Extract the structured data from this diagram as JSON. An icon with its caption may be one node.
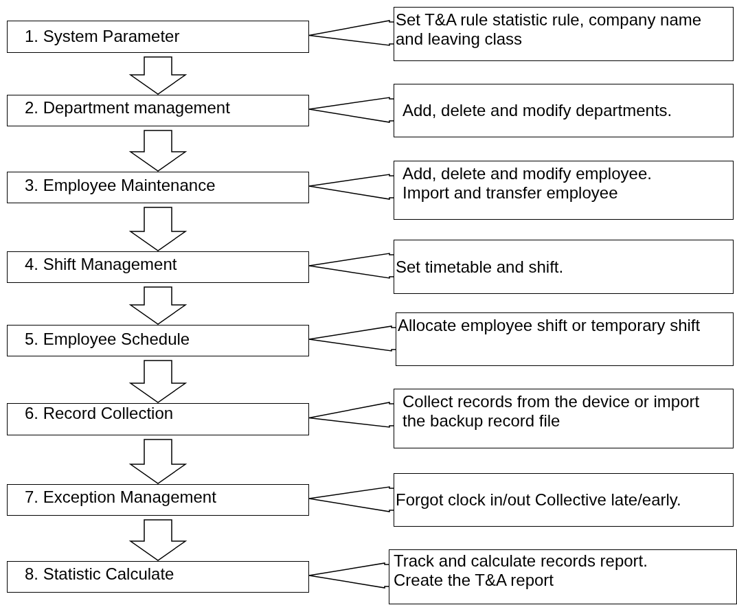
{
  "diagram": {
    "nodes": [
      {
        "text": [
          "1. System Parameter"
        ]
      },
      {
        "text": [
          "Set T&A rule statistic rule, company name and leaving class"
        ]
      },
      {
        "text": [
          "2. Department management"
        ]
      },
      {
        "text": [
          "Add, delete and modify departments."
        ]
      },
      {
        "text": [
          "3. Employee Maintenance"
        ]
      },
      {
        "text": [
          "Add, delete and modify employee. Import and transfer employee"
        ]
      },
      {
        "text": [
          "4. Shift Management"
        ]
      },
      {
        "text": [
          "Set timetable and shift."
        ]
      },
      {
        "text": [
          "5. Employee Schedule"
        ]
      },
      {
        "text": [
          "Allocate employee shift or temporary shift"
        ]
      },
      {
        "text": [
          "6. Record Collection"
        ]
      },
      {
        "text": [
          "Collect records from the device or import the backup record file"
        ]
      },
      {
        "text": [
          "7. Exception Management"
        ]
      },
      {
        "text": [
          "Forgot clock in/out Collective late/early."
        ]
      },
      {
        "text": [
          "8. Statistic Calculate"
        ]
      },
      {
        "text": [
          "Track and calculate records report. Create the T&A report"
        ]
      }
    ],
    "edges": [
      {
        "from": 1,
        "to": 0,
        "arrow": "to"
      },
      {
        "from": 0,
        "to": 2,
        "arrow": "to"
      },
      {
        "from": 3,
        "to": 2,
        "arrow": "to"
      },
      {
        "from": 2,
        "to": 4,
        "arrow": "to"
      },
      {
        "from": 5,
        "to": 4,
        "arrow": "to"
      },
      {
        "from": 4,
        "to": 6,
        "arrow": "to"
      },
      {
        "from": 7,
        "to": 6,
        "arrow": "to"
      },
      {
        "from": 6,
        "to": 8,
        "arrow": "to"
      },
      {
        "from": 9,
        "to": 8,
        "arrow": "to"
      },
      {
        "from": 8,
        "to": 10,
        "arrow": "to"
      },
      {
        "from": 11,
        "to": 10,
        "arrow": "to"
      },
      {
        "from": 10,
        "to": 12,
        "arrow": "to"
      },
      {
        "from": 13,
        "to": 12,
        "arrow": "to"
      },
      {
        "from": 12,
        "to": 14,
        "arrow": "to"
      },
      {
        "from": 15,
        "to": 14,
        "arrow": "to"
      }
    ]
  }
}
